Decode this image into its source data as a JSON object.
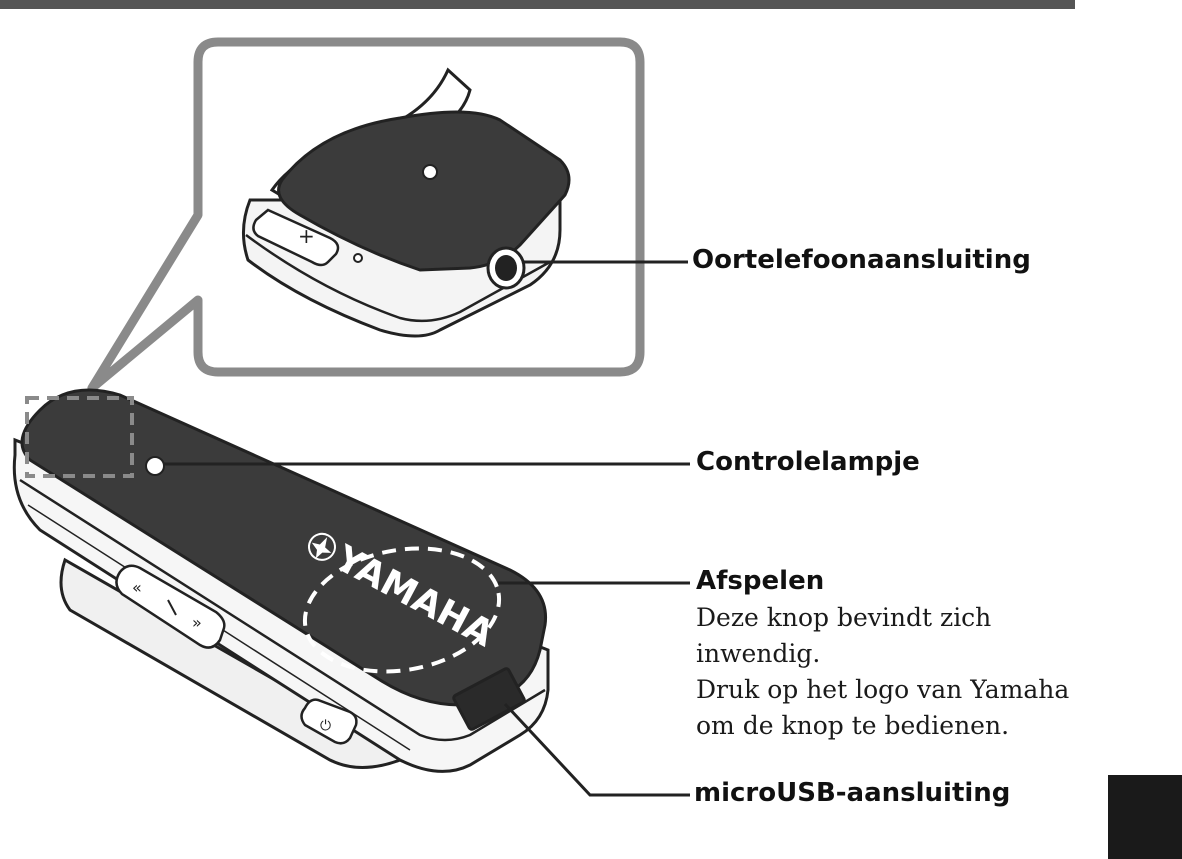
{
  "callouts": {
    "headphone_jack": "Oortelefoonaansluiting",
    "indicator": "Controlelampje",
    "play": "Afspelen",
    "usb": "microUSB-aansluiting"
  },
  "play_description": [
    "Deze knop bevindt zich",
    "inwendig.",
    "Druk op het logo van Yamaha",
    "om de knop te bedienen."
  ],
  "device": {
    "logo": "YAMAHA",
    "button_plus": "+",
    "button_power": "⏻"
  },
  "colors": {
    "device_body": "#3b3b3b",
    "outline": "#222222",
    "zoom_frame": "#888888",
    "top_rule": "#555555",
    "corner_tab": "#1a1a1a"
  }
}
